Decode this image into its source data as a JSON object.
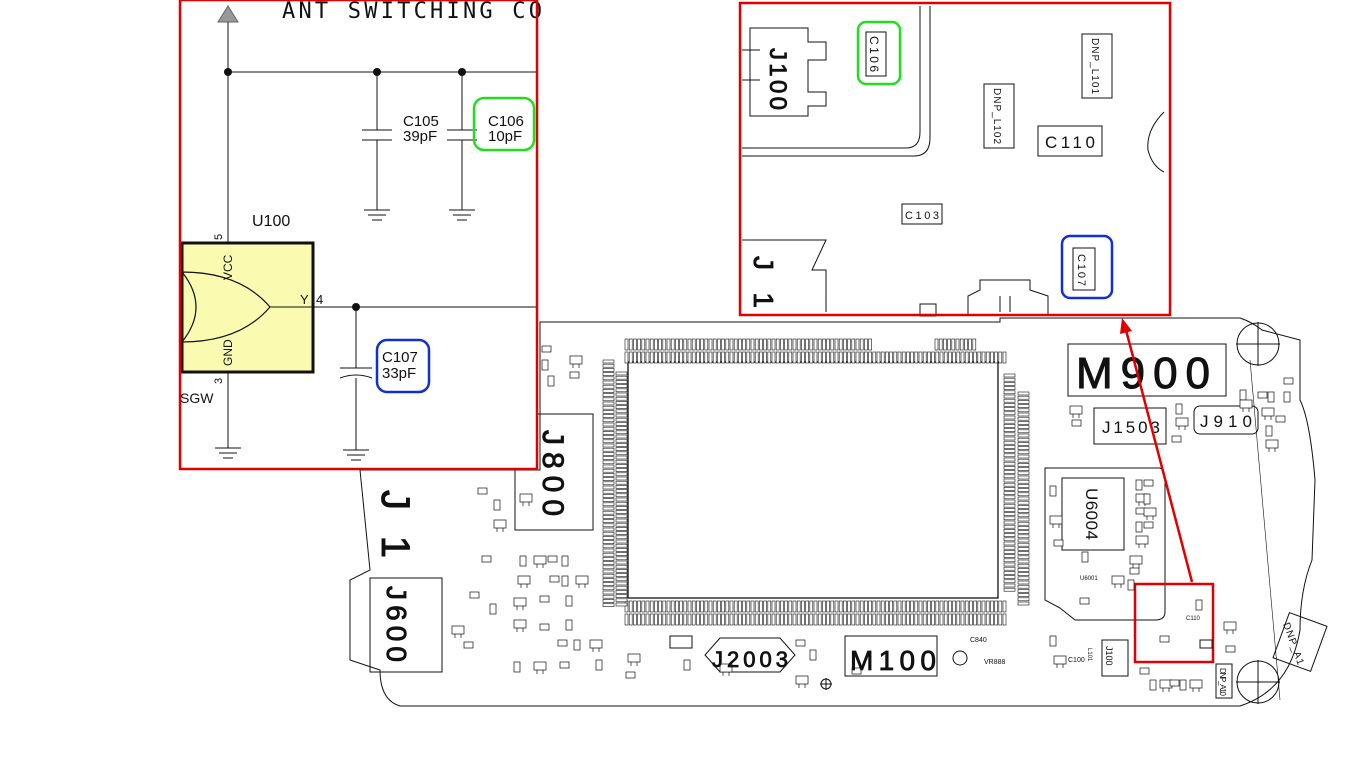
{
  "schematic_inset": {
    "title": "ANT SWITCHING CO",
    "chip_ref": "U100",
    "chip_suffix": "SGW",
    "pins": {
      "vcc": "VCC",
      "gnd": "GND",
      "y": "Y",
      "pin5": "5",
      "pin3": "3",
      "pin4": "4"
    },
    "caps": [
      {
        "ref": "C105",
        "value": "39pF"
      },
      {
        "ref": "C106",
        "value": "10pF"
      },
      {
        "ref": "C107",
        "value": "33pF"
      }
    ]
  },
  "layout_inset": {
    "labels": {
      "j100": "J100",
      "c106": "C106",
      "dnp_l101": "DNP_L101",
      "dnp_l102": "DNP_L102",
      "c110": "C110",
      "c103": "C103",
      "c107": "C107",
      "j1": "J1"
    }
  },
  "board": {
    "labels": {
      "m900": "M900",
      "j1503": "J1503",
      "j910": "J910",
      "u6004": "U6004",
      "j800": "J800",
      "j600": "J600",
      "j2003": "J2003",
      "m100": "M100",
      "j1": "J1",
      "dnp_a1": "DNP_A1",
      "dnp_a10": "DNP_A10",
      "c100": "C100",
      "j100": "J100",
      "c840": "C840",
      "vr888": "VR888",
      "u6001": "U6001",
      "l101": "L101",
      "c110": "C110"
    }
  },
  "colors": {
    "callout_red": "#e00000",
    "highlight_green": "#22dd22",
    "highlight_blue": "#1030d0",
    "chip_fill": "#fafab0"
  }
}
